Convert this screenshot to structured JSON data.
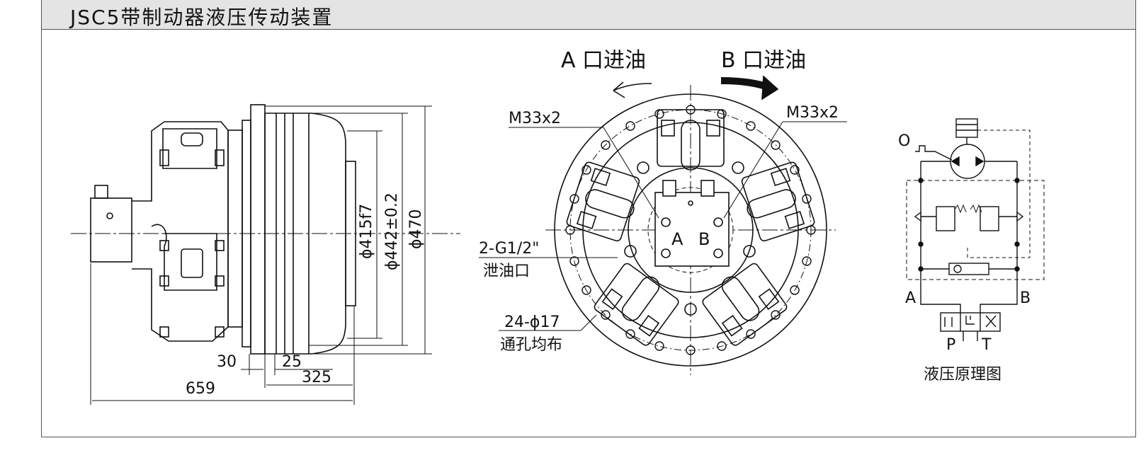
{
  "title": "JSC5带制动器液压传动装置",
  "side_view": {
    "dim_d415": "ϕ415f7",
    "dim_d442": "ϕ442±0.2",
    "dim_d470": "ϕ470",
    "dim_30": "30",
    "dim_25": "25",
    "dim_325": "325",
    "dim_659": "659"
  },
  "front_view": {
    "port_a_label": "A 口进油",
    "port_b_label": "B 口进油",
    "thread_left": "M33x2",
    "thread_right": "M33x2",
    "drain_spec": "2-G1/2\"",
    "drain_name": "泄油口",
    "holes_spec": "24-ϕ17",
    "holes_note": "通孔均布",
    "label_a": "A",
    "label_b": "B"
  },
  "schematic": {
    "label_o": "O",
    "label_a": "A",
    "label_b": "B",
    "label_p": "P",
    "label_t": "T",
    "caption": "液压原理图"
  }
}
